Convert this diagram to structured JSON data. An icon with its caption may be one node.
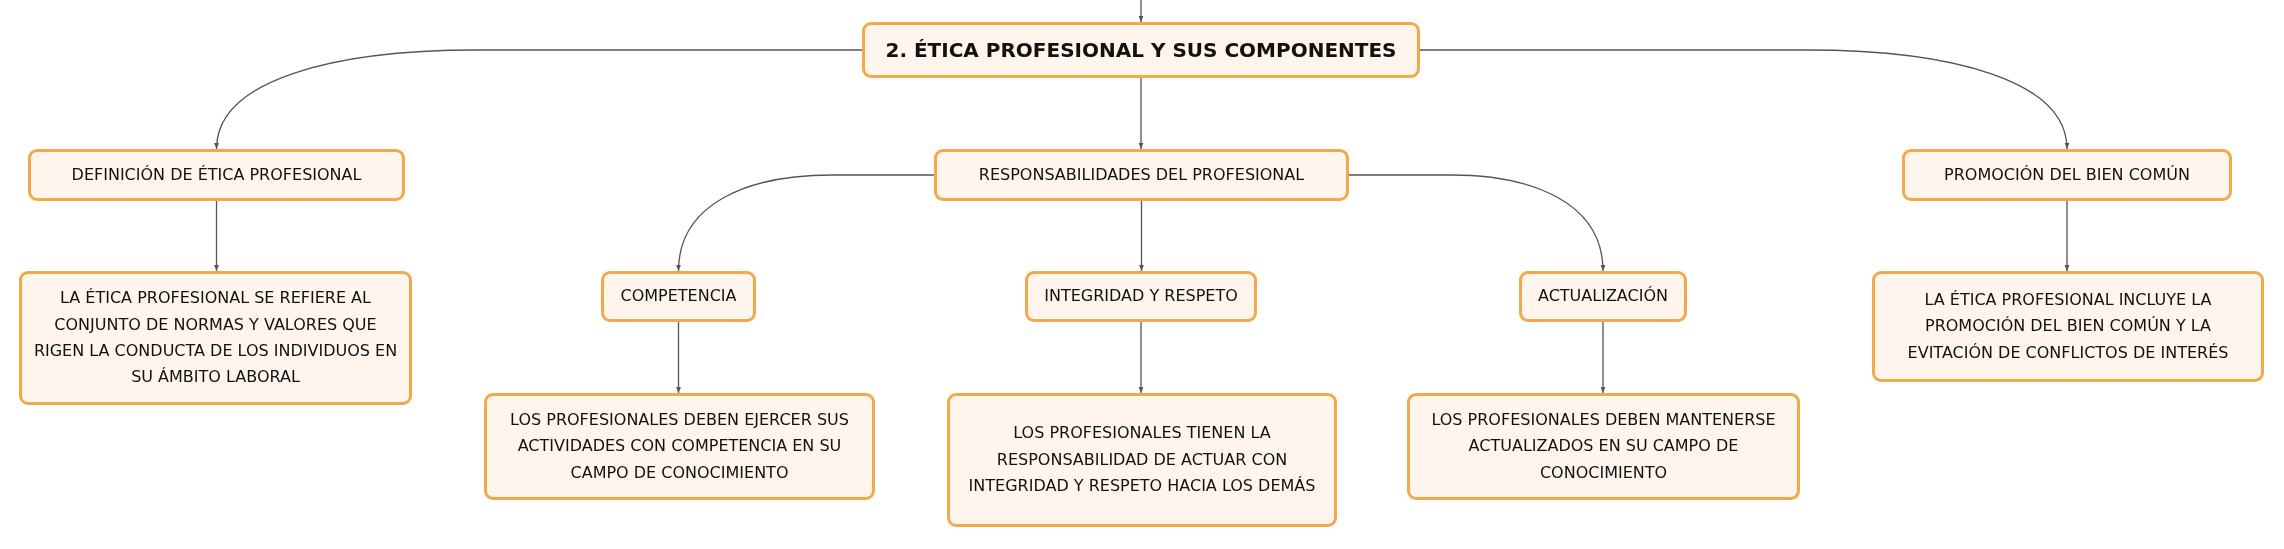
{
  "diagram": {
    "nodes": [
      {
        "text": [
          "2. ÉTICA PROFESIONAL Y SUS COMPONENTES"
        ]
      },
      {
        "text": [
          "DEFINICIÓN DE ÉTICA PROFESIONAL"
        ]
      },
      {
        "text": [
          "RESPONSABILIDADES DEL PROFESIONAL"
        ]
      },
      {
        "text": [
          "PROMOCIÓN DEL BIEN COMÚN"
        ]
      },
      {
        "text": [
          "LA ÉTICA PROFESIONAL SE REFIERE AL CONJUNTO DE NORMAS Y VALORES QUE RIGEN LA CONDUCTA DE LOS INDIVIDUOS EN SU ÁMBITO LABORAL"
        ]
      },
      {
        "text": [
          "COMPETENCIA"
        ]
      },
      {
        "text": [
          "INTEGRIDAD Y RESPETO"
        ]
      },
      {
        "text": [
          "ACTUALIZACIÓN"
        ]
      },
      {
        "text": [
          "LA ÉTICA PROFESIONAL INCLUYE LA PROMOCIÓN DEL BIEN COMÚN Y LA EVITACIÓN DE CONFLICTOS DE INTERÉS"
        ]
      },
      {
        "text": [
          "LOS PROFESIONALES DEBEN EJERCER SUS ACTIVIDADES CON COMPETENCIA EN SU CAMPO DE CONOCIMIENTO"
        ]
      },
      {
        "text": [
          "LOS PROFESIONALES TIENEN LA RESPONSABILIDAD DE ACTUAR CON INTEGRIDAD Y RESPETO HACIA LOS DEMÁS"
        ]
      },
      {
        "text": [
          "LOS PROFESIONALES DEBEN MANTENERSE ACTUALIZADOS EN SU CAMPO DE CONOCIMIENTO"
        ]
      }
    ],
    "edges": [
      {
        "from": null,
        "to": 0,
        "arrow": "to"
      },
      {
        "from": 0,
        "to": 1,
        "arrow": "to"
      },
      {
        "from": 0,
        "to": 2,
        "arrow": "to"
      },
      {
        "from": 0,
        "to": 3,
        "arrow": "to"
      },
      {
        "from": 1,
        "to": 4,
        "arrow": "to"
      },
      {
        "from": 2,
        "to": 5,
        "arrow": "to"
      },
      {
        "from": 2,
        "to": 6,
        "arrow": "to"
      },
      {
        "from": 2,
        "to": 7,
        "arrow": "to"
      },
      {
        "from": 3,
        "to": 8,
        "arrow": "to"
      },
      {
        "from": 5,
        "to": 9,
        "arrow": "to"
      },
      {
        "from": 6,
        "to": 10,
        "arrow": "to"
      },
      {
        "from": 7,
        "to": 11,
        "arrow": "to"
      }
    ]
  }
}
